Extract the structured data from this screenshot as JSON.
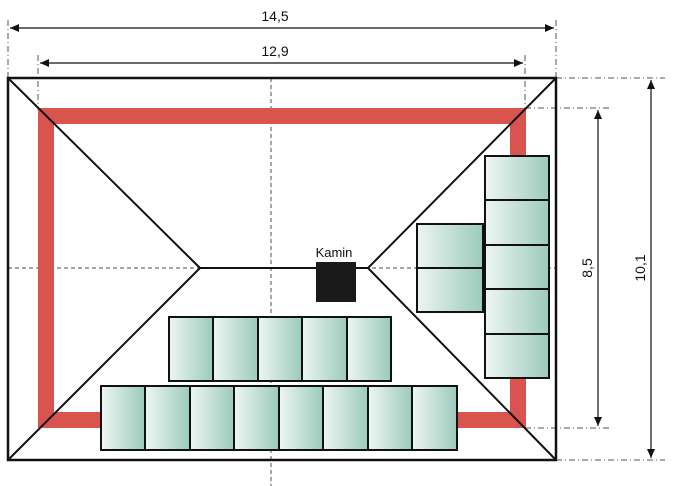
{
  "labels": {
    "outer_width": "14,5",
    "inner_width": "12,9",
    "inner_height": "8,5",
    "outer_height": "10,1",
    "chimney": "Kamin"
  },
  "colors": {
    "roof_outline": "#111111",
    "eave_band": "#d9534f",
    "panel_fill_light": "#eef6f3",
    "panel_fill_dark": "#9ccabb",
    "chimney": "#1a1a1a",
    "dimension_line": "#111111",
    "guide_line": "#888888"
  },
  "panel_groups": {
    "bottom_back_row_count": 5,
    "bottom_front_row_count": 8,
    "right_outer_column_count": 5,
    "right_inner_column_count": 2
  }
}
